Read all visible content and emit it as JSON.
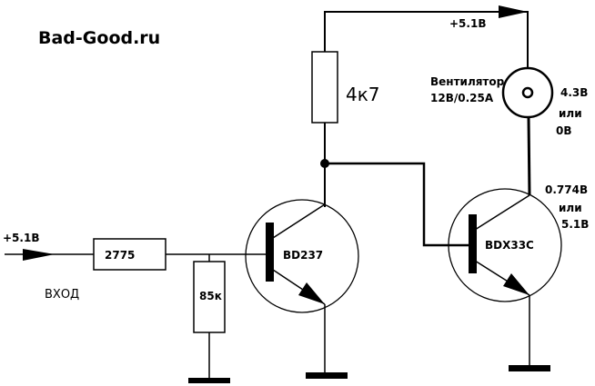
{
  "site_label": "Bad-Good.ru",
  "supply": {
    "top_voltage": "+5.1В",
    "input_voltage": "+5.1В",
    "input_label": "ВХОД"
  },
  "components": {
    "r_input": "2775",
    "r_base_pulldown": "85к",
    "r_collector": "4к7",
    "q1": "BD237",
    "q2": "BDX33C",
    "fan_name": "Вентилятор",
    "fan_rating": "12В/0.25А"
  },
  "measurements": {
    "fan_voltage": "4.3В",
    "fan_or": "или",
    "fan_alt": "0В",
    "collector_voltage": "0.774В",
    "collector_or": "или",
    "collector_alt": "5.1В"
  },
  "colors": {
    "stroke": "#000000",
    "background": "#ffffff"
  }
}
